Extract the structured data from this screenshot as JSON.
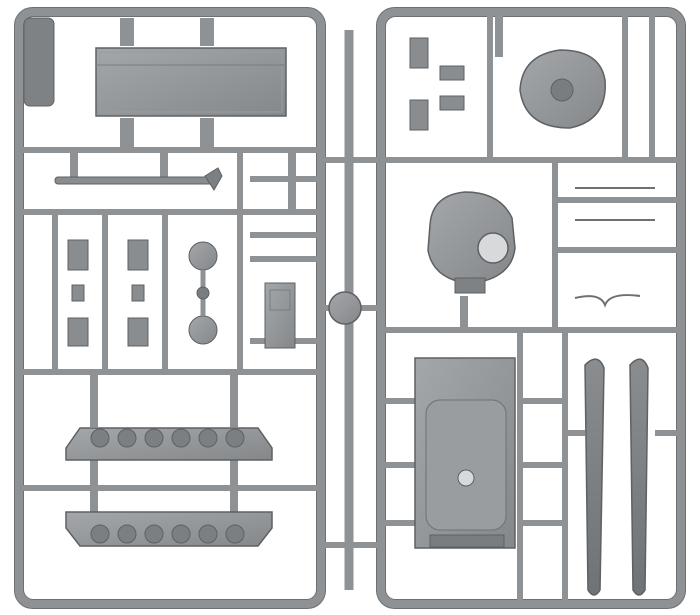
{
  "subject": "plastic-model-sprue",
  "colors": {
    "background": "#ffffff",
    "plastic": "#8f9295",
    "plastic_light": "#a3a6a9",
    "plastic_dark": "#6e7174",
    "outline": "#5e6164"
  },
  "parts": [
    "hull-deck-plate",
    "turret",
    "turret-hatch",
    "hull-chassis",
    "left-track-assembly",
    "right-track-assembly",
    "track-strip",
    "exhaust-parts",
    "machine-guns",
    "road-wheels"
  ]
}
